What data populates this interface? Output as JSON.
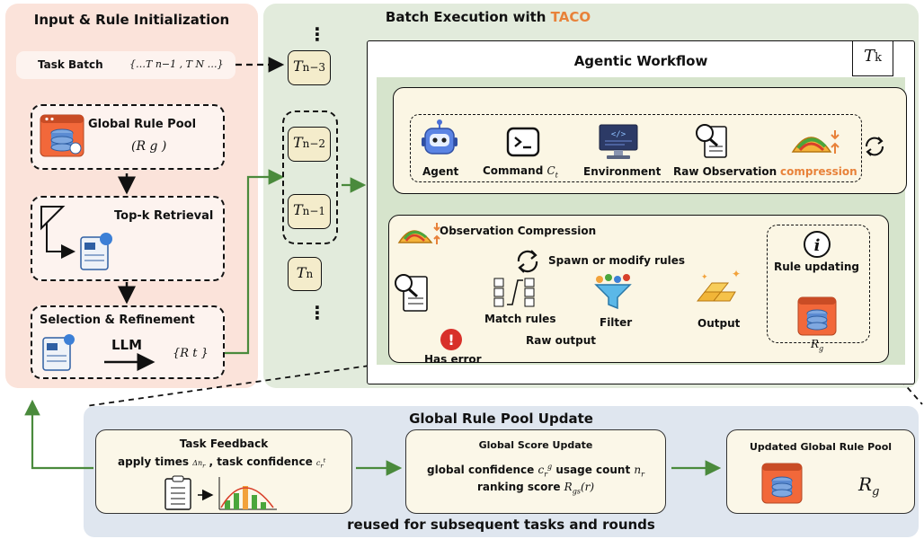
{
  "input_panel": {
    "title": "Input & Rule Initialization",
    "task_batch_label": "Task Batch",
    "task_batch_set": "{…T n−1 , T N …}",
    "global_rule_pool_label": "Global Rule Pool",
    "global_rule_pool_symbol": "(R g )",
    "topk_label": "Top-k Retrieval",
    "selection_label": "Selection & Refinement",
    "llm_label": "LLM",
    "rt_symbol": "{R t }"
  },
  "batch_panel": {
    "title_prefix": "Batch Execution with ",
    "title_accent": "TACO",
    "accent_color": "#e8823a",
    "queue": [
      {
        "sym": "T",
        "sub": "n−3"
      },
      {
        "sym": "T",
        "sub": "n−2"
      },
      {
        "sym": "T",
        "sub": "n−1"
      },
      {
        "sym": "T",
        "sub": "n"
      }
    ],
    "dots": "⋮"
  },
  "agentic_workflow": {
    "title": "Agentic Workflow",
    "tk_sym": "T",
    "tk_sub": "k",
    "steps": [
      {
        "label": "Agent",
        "icon": "robot-icon"
      },
      {
        "label": "Command",
        "math": "C t",
        "icon": "terminal-icon"
      },
      {
        "label": "Environment",
        "icon": "monitor-code-icon"
      },
      {
        "label": "Raw Observation",
        "icon": "document-magnifier-icon"
      },
      {
        "label": "compression",
        "icon": "taco-compress-icon"
      }
    ]
  },
  "compression": {
    "title": "Observation Compression",
    "spawn_label": "Spawn or modify rules",
    "match_label": "Match rules",
    "filter_label": "Filter",
    "output_label": "Output",
    "raw_output_label": "Raw output",
    "has_error_label": "Has error",
    "rule_updating_label": "Rule updating",
    "rg_symbol": "R g"
  },
  "bottom_panel": {
    "title": "Global Rule Pool Update",
    "feedback_title": "Task Feedback",
    "feedback_text_1": "apply times",
    "feedback_math_1": "Δn r",
    "feedback_text_2": ", task confidence",
    "feedback_math_2": "c r t",
    "score_title": "Global Score Update",
    "score_text_1": "global confidence",
    "score_math_1": "c r g",
    "score_text_2": "usage count",
    "score_math_2": "n r",
    "score_text_3": "ranking score",
    "score_math_3": "R gs (r)",
    "updated_title": "Updated Global Rule Pool",
    "updated_symbol": "R g",
    "footer": "reused for subsequent tasks and rounds"
  }
}
